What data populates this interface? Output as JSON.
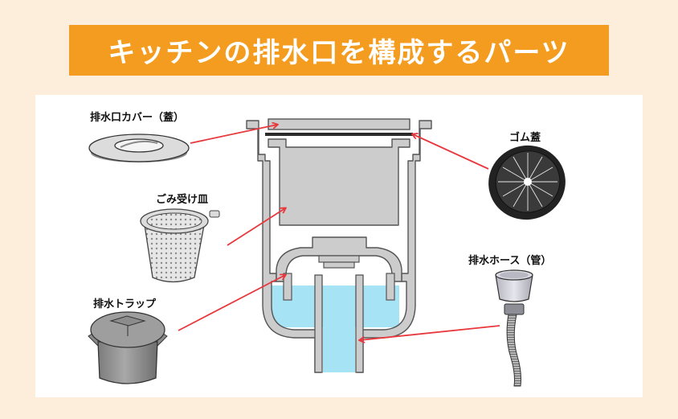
{
  "header": {
    "title": "キッチンの排水口を構成するパーツ"
  },
  "parts": [
    {
      "id": "cover",
      "label": "排水口カバー（蓋）",
      "icon": "drain-cover-icon"
    },
    {
      "id": "basket",
      "label": "ごみ受け皿",
      "icon": "strainer-basket-icon"
    },
    {
      "id": "trap",
      "label": "排水トラップ",
      "icon": "drain-trap-icon"
    },
    {
      "id": "rubber_lid",
      "label": "ゴム蓋",
      "icon": "rubber-lid-icon"
    },
    {
      "id": "hose",
      "label": "排水ホース（管）",
      "icon": "drain-hose-icon"
    }
  ],
  "colors": {
    "background": "#fdeedb",
    "title_bg": "#f39c1f",
    "title_text": "#ffffff",
    "card_bg": "#ffffff",
    "part_gray": "#cccccc",
    "outline": "#555555",
    "water": "#a6e3f5",
    "arrow": "#e8383d",
    "rubber_seal": "#2b2b2b"
  }
}
